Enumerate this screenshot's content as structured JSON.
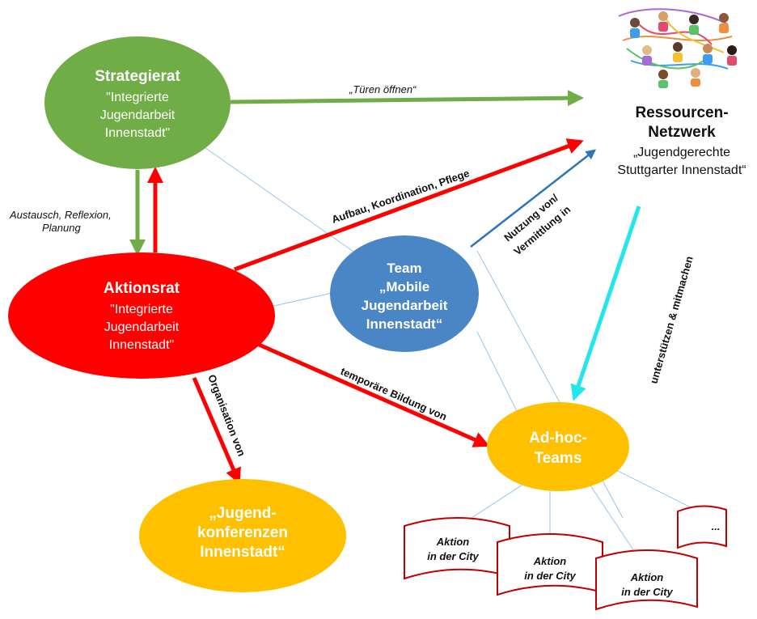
{
  "nodes": {
    "strategierat": {
      "title": "Strategierat",
      "line1": "\"Integrierte",
      "line2": "Jugendarbeit",
      "line3": "Innenstadt\"",
      "color": "#70ad47"
    },
    "aktionsrat": {
      "title": "Aktionsrat",
      "line1": "\"Integrierte",
      "line2": "Jugendarbeit",
      "line3": "Innenstadt\"",
      "color": "#ff0000"
    },
    "team": {
      "line1": "Team",
      "line2": "„Mobile",
      "line3": "Jugendarbeit",
      "line4": "Innenstadt“",
      "color": "#4a86c5"
    },
    "adhoc": {
      "line1": "Ad-hoc-",
      "line2": "Teams",
      "color": "#ffc000"
    },
    "konferenzen": {
      "line1": "„Jugend-",
      "line2": "konferenzen",
      "line3": "Innenstadt“",
      "color": "#ffc000"
    },
    "netzwerk": {
      "line1": "Ressourcen-",
      "line2": "Netzwerk",
      "line3": "„Jugendgerechte",
      "line4": "Stuttgarter Innenstadt“"
    }
  },
  "edges": {
    "tueren": "„Türen öffnen“",
    "austausch1": "Austausch, Reflexion,",
    "austausch2": "Planung",
    "aufbau": "Aufbau, Koordination, Pflege",
    "nutzung1": "Nutzung von/",
    "nutzung2": "Vermittlung in",
    "unterstuetzen": "unterstützen & mitmachen",
    "bildung": "temporäre Bildung von",
    "organisation": "Organisation von"
  },
  "flags": [
    {
      "line1": "Aktion",
      "line2": "in der City"
    },
    {
      "line1": "Aktion",
      "line2": "in der City"
    },
    {
      "line1": "Aktion",
      "line2": "in der City"
    },
    {
      "line1": "...",
      "line2": ""
    }
  ],
  "colors": {
    "green_arrow": "#70ad47",
    "red_arrow": "#ff0000",
    "blue_arrow": "#2e75b6",
    "cyan_arrow": "#22e5ee",
    "flag_border": "#c00000",
    "thin_line": "#9dc3e6"
  }
}
